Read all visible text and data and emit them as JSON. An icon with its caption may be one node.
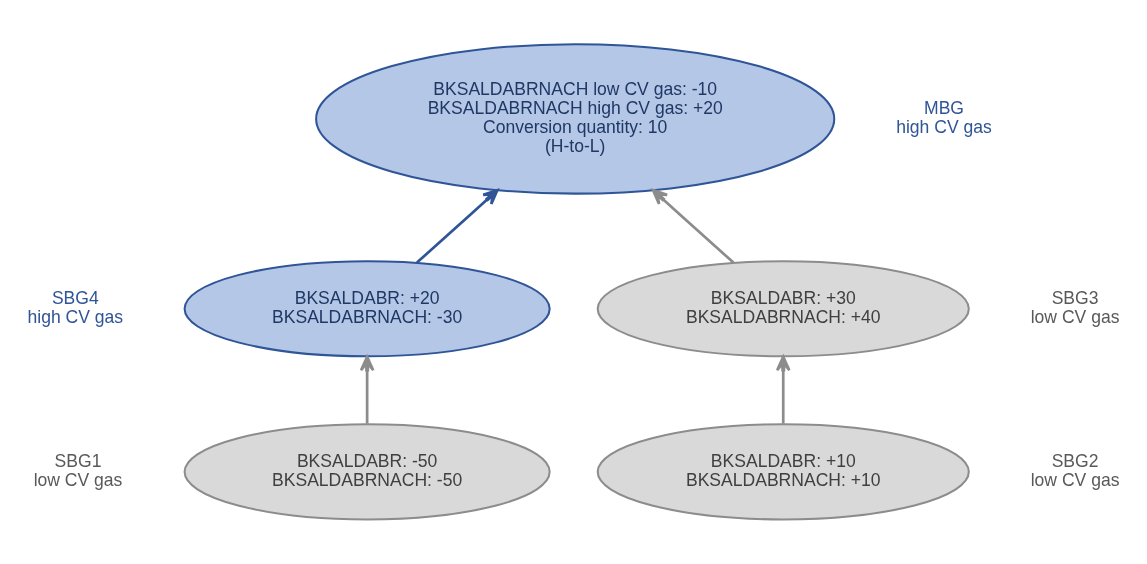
{
  "diagram": {
    "nodes": [
      {
        "text": [
          "BKSALDABRNACH low CV gas: -10",
          "BKSALDABRNACH high CV gas: +20",
          "Conversion quantity: 10",
          "(H-to-L)"
        ],
        "beside": [
          "MBG high CV gas"
        ]
      },
      {
        "text": [
          "BKSALDABR: +20",
          "BKSALDABRNACH: -30"
        ],
        "beside": [
          "SBG4 high CV gas"
        ]
      },
      {
        "text": [
          "BKSALDABR: +30",
          "BKSALDABRNACH: +40"
        ],
        "beside": [
          "SBG3 low CV gas"
        ]
      },
      {
        "text": [
          "BKSALDABR: -50",
          "BKSALDABRNACH: -50"
        ],
        "beside": [
          "SBG1 low CV gas"
        ]
      },
      {
        "text": [
          "BKSALDABR: +10",
          "BKSALDABRNACH: +10"
        ],
        "beside": [
          "SBG2 low CV gas"
        ]
      }
    ],
    "edges": [
      {
        "from": 1,
        "to": 0,
        "arrow": "to",
        "color": "#2f5597"
      },
      {
        "from": 2,
        "to": 0,
        "arrow": "to"
      },
      {
        "from": 3,
        "to": 1,
        "arrow": "to"
      },
      {
        "from": 4,
        "to": 2,
        "arrow": "to"
      }
    ]
  }
}
